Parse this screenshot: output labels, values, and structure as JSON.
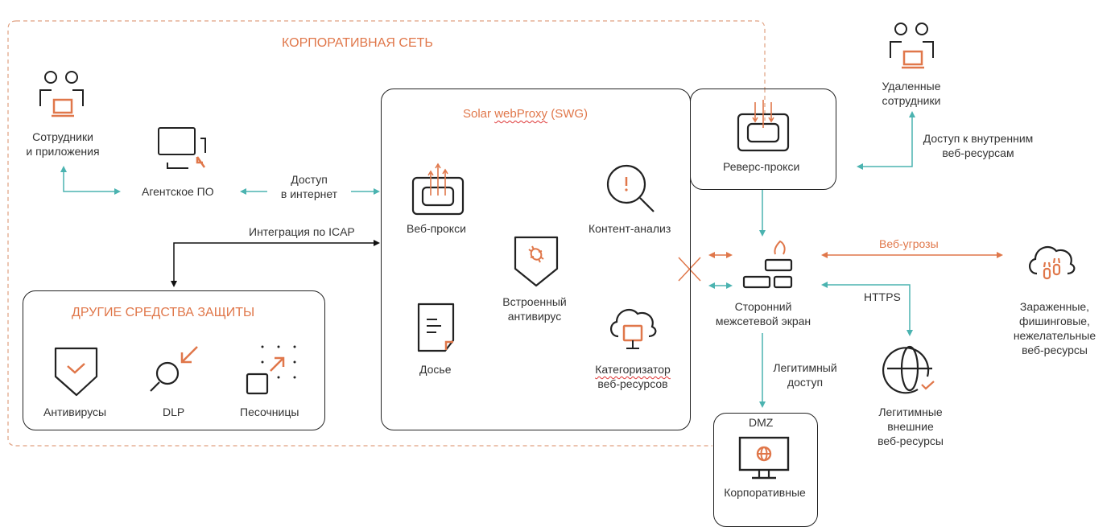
{
  "corporate_network": {
    "title": "КОРПОРАТИВНАЯ СЕТЬ",
    "employees": {
      "line1": "Сотрудники",
      "line2": "и приложения"
    },
    "agent": {
      "label": "Агентское ПО"
    },
    "internet_access": {
      "line1": "Доступ",
      "line2": "в интернет"
    },
    "icap": {
      "label": "Интеграция по ICAP"
    }
  },
  "other_protection": {
    "title": "ДРУГИЕ СРЕДСТВА ЗАЩИТЫ",
    "items": [
      {
        "label": "Антивирусы",
        "icon": "shield-check-icon"
      },
      {
        "label": "DLP",
        "icon": "magnifier-arrow-icon"
      },
      {
        "label": "Песочницы",
        "icon": "sandbox-icon"
      }
    ]
  },
  "swg": {
    "title_prefix": "Solar ",
    "title_brand": "webProxy",
    "title_suffix": " (SWG)",
    "web_proxy": {
      "label": "Веб-прокси"
    },
    "content_analysis": {
      "label": "Контент-анализ"
    },
    "antivirus": {
      "line1": "Встроенный",
      "line2": "антивирус"
    },
    "dossier": {
      "label": "Досье"
    },
    "categorizer": {
      "line1": "Категоризатор",
      "line2": "веб-ресурсов"
    }
  },
  "reverse_proxy": {
    "label": "Реверс-прокси"
  },
  "remote": {
    "employees": {
      "line1": "Удаленные",
      "line2": "сотрудники"
    },
    "access": {
      "line1": "Доступ к внутренним",
      "line2": "веб-ресурсам"
    }
  },
  "firewall": {
    "line1": "Сторонний",
    "line2": "межсетевой экран"
  },
  "threats": {
    "link_label": "Веб-угрозы",
    "label_lines": [
      "Зараженные,",
      "фишинговые,",
      "нежелательные",
      "веб-ресурсы"
    ]
  },
  "https": {
    "label": "HTTPS"
  },
  "legit_external": {
    "line1": "Легитимные",
    "line2": "внешние",
    "line3": "веб-ресурсы"
  },
  "legit_access": {
    "line1": "Легитимный",
    "line2": "доступ"
  },
  "dmz": {
    "title": "DMZ",
    "label": "Корпоративные"
  },
  "colors": {
    "accent": "#e0774a",
    "teal": "#4bb3b0",
    "stroke": "#222222"
  }
}
